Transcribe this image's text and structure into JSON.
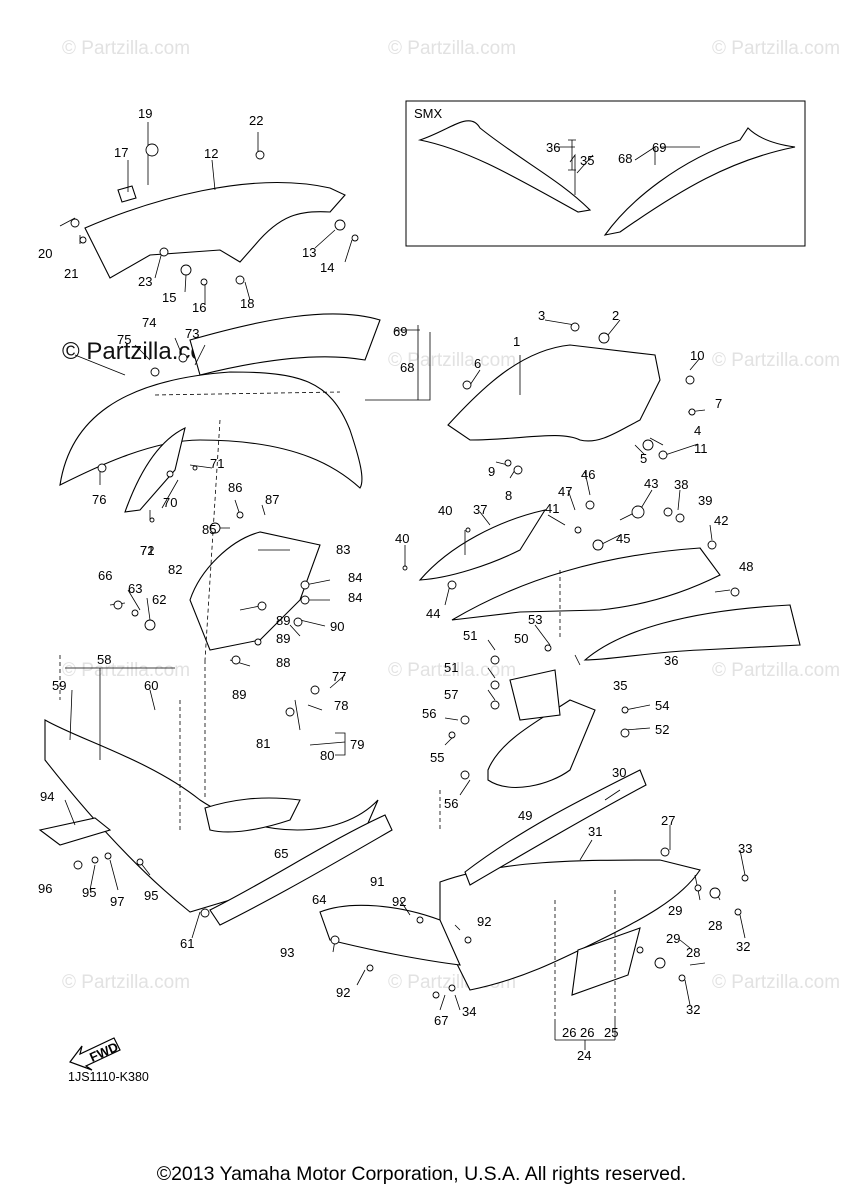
{
  "watermark": "© Partzilla.com",
  "diagram_code": "1JS1110-K380",
  "copyright": "©2013 Yamaha Motor Corporation, U.S.A. All rights reserved.",
  "inset_label": "SMX",
  "fwd_label": "FWD",
  "callouts": [
    "1",
    "2",
    "3",
    "4",
    "5",
    "6",
    "7",
    "8",
    "9",
    "10",
    "11",
    "12",
    "13",
    "14",
    "15",
    "16",
    "17",
    "18",
    "19",
    "20",
    "21",
    "22",
    "23",
    "24",
    "25",
    "26",
    "27",
    "28",
    "29",
    "30",
    "31",
    "32",
    "33",
    "34",
    "35",
    "36",
    "37",
    "38",
    "39",
    "40",
    "41",
    "42",
    "43",
    "44",
    "45",
    "46",
    "47",
    "48",
    "49",
    "50",
    "51",
    "52",
    "53",
    "54",
    "55",
    "56",
    "57",
    "58",
    "59",
    "60",
    "61",
    "62",
    "63",
    "64",
    "65",
    "66",
    "67",
    "68",
    "69",
    "70",
    "71",
    "72",
    "73",
    "74",
    "75",
    "76",
    "77",
    "78",
    "79",
    "80",
    "81",
    "82",
    "83",
    "84",
    "85",
    "86",
    "87",
    "88",
    "89",
    "90",
    "91",
    "92",
    "93",
    "94",
    "95",
    "96",
    "97"
  ]
}
